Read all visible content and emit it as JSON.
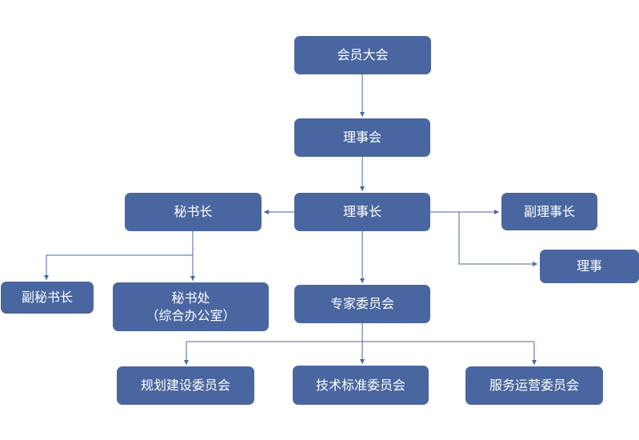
{
  "colors": {
    "node_fill": "#4a66a0",
    "node_text": "#ffffff",
    "connector": "#4a66a0"
  },
  "nodes": {
    "assembly": "会员大会",
    "council": "理事会",
    "chairman": "理事长",
    "secretary_general": "秘书长",
    "vice_chairman": "副理事长",
    "director": "理事",
    "deputy_secretary": "副秘书长",
    "secretariat": "秘书处",
    "secretariat_note": "（综合办公室）",
    "expert_committee": "专家委员会",
    "planning_committee": "规划建设委员会",
    "tech_standards_committee": "技术标准委员会",
    "service_ops_committee": "服务运营委员会"
  }
}
